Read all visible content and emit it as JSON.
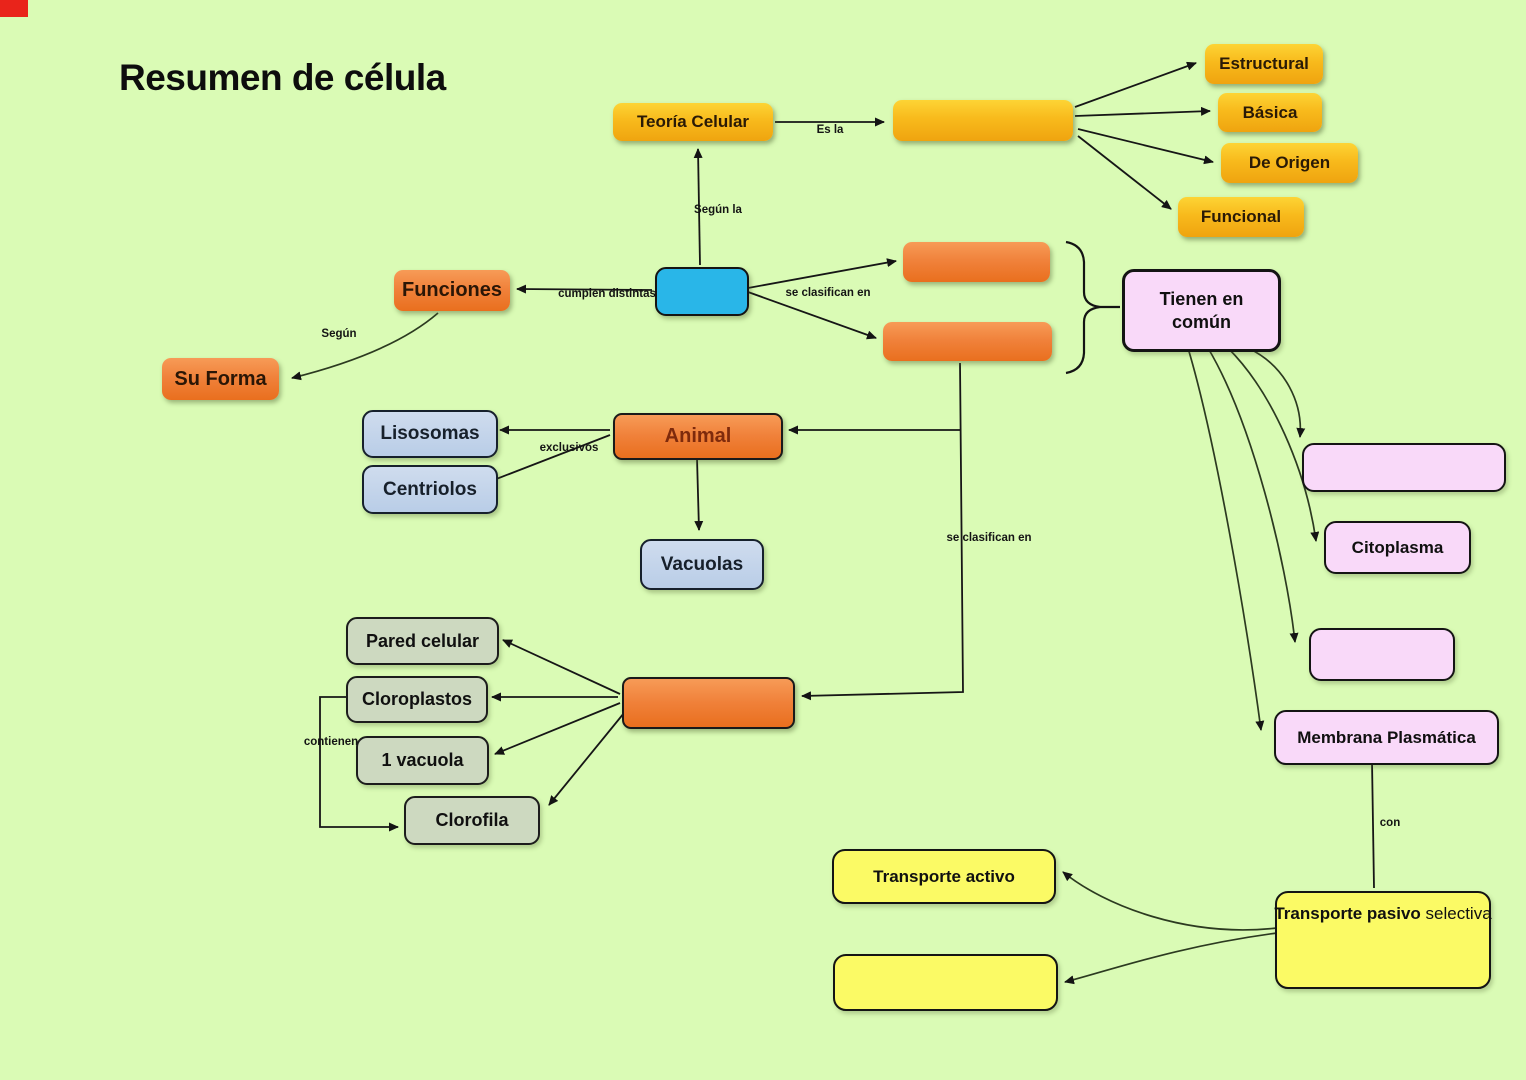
{
  "title": "Resumen de célula",
  "corner_mark_color": "#e9241b",
  "colors": {
    "background": "#dafbb5",
    "gold": "#f4b316",
    "orange": "#ee7e2e",
    "blue": "#29b6e8",
    "light_blue": "#bdd1e9",
    "pink": "#f9d9f9",
    "green_gray": "#cdd9c0",
    "bright_yellow": "#fbfa65",
    "line": "#1b1b10"
  },
  "nodes": {
    "teoria_celular": {
      "label": "Teoría Celular"
    },
    "gold_empty_main": {
      "label": ""
    },
    "estructural": {
      "label": "Estructural"
    },
    "basica": {
      "label": "Básica"
    },
    "de_origen": {
      "label": "De Origen"
    },
    "funcional": {
      "label": "Funcional"
    },
    "celula_blue": {
      "label": ""
    },
    "funciones": {
      "label": "Funciones"
    },
    "su_forma": {
      "label": "Su Forma"
    },
    "orange_empty_1": {
      "label": ""
    },
    "orange_empty_2": {
      "label": ""
    },
    "tienen_en_comun": {
      "line1": "Tienen en",
      "line2": "común"
    },
    "animal": {
      "label": "Animal"
    },
    "lisosomas": {
      "label": "Lisosomas"
    },
    "centriolos": {
      "label": "Centriolos"
    },
    "vacuolas": {
      "label": "Vacuolas"
    },
    "orange_empty_3": {
      "label": ""
    },
    "pared_celular": {
      "label": "Pared celular"
    },
    "cloroplastos": {
      "label": "Cloroplastos"
    },
    "una_vacuola": {
      "label": "1 vacuola"
    },
    "clorofila": {
      "label": "Clorofila"
    },
    "pink_empty_1": {
      "label": ""
    },
    "citoplasma": {
      "label": "Citoplasma"
    },
    "pink_empty_2": {
      "label": ""
    },
    "membrana_plasmatica": {
      "label": "Membrana Plasmática"
    },
    "transporte_activo": {
      "label": "Transporte activo"
    },
    "yellow_empty": {
      "label": ""
    },
    "transporte_pasivo": {
      "label_bold": "Transporte pasivo",
      "label_regular": " selectiva"
    }
  },
  "edge_labels": {
    "es_la": "Es la",
    "segun_la": "Según la",
    "cumplen_distintas": "cumplen distintas",
    "se_clasifican_1": "se clasifican en",
    "segun": "Según",
    "exclusivos": "exclusivos",
    "se_clasifican_2": "se clasifican en",
    "contienen": "contienen",
    "con": "con"
  }
}
